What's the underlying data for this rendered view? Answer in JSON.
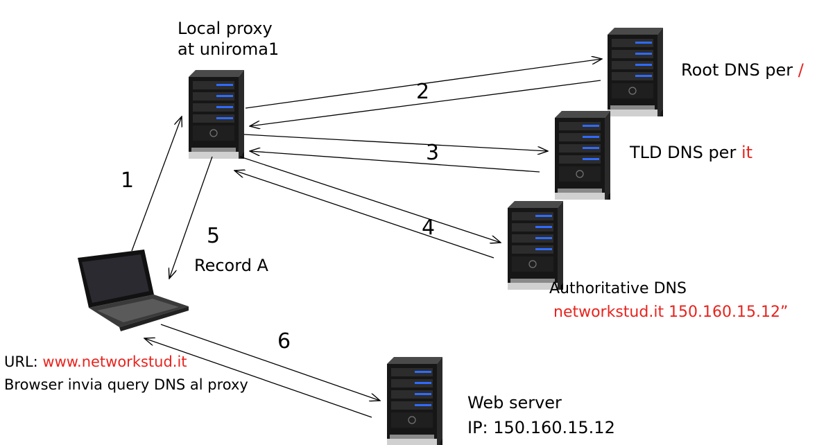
{
  "colors": {
    "highlight": "#e8231d",
    "led": "#2f6bff",
    "server_body": "#1a1a1a",
    "arrow": "#000000"
  },
  "nodes": {
    "local_proxy": {
      "line1": "Local proxy",
      "line2": "at uniroma1",
      "icon": "server-icon"
    },
    "root_dns": {
      "label": "Root DNS per ",
      "highlight": "/",
      "icon": "server-icon"
    },
    "tld_dns": {
      "label": "TLD DNS per ",
      "highlight": "it",
      "icon": "server-icon"
    },
    "authoritative_dns": {
      "label": "Authoritative DNS",
      "detail": "networkstud.it  150.160.15.12”",
      "icon": "server-icon"
    },
    "web_server": {
      "line1": "Web server",
      "line2": "IP: 150.160.15.12",
      "icon": "server-icon"
    },
    "client": {
      "icon": "laptop-icon",
      "url_label": "URL: ",
      "url_value": "www.networkstud.it",
      "note": "Browser invia query DNS al proxy"
    }
  },
  "steps": {
    "s1": "1",
    "s2": "2",
    "s3": "3",
    "s4": "4",
    "s5": "5",
    "s5_label": "Record A",
    "s6": "6"
  }
}
